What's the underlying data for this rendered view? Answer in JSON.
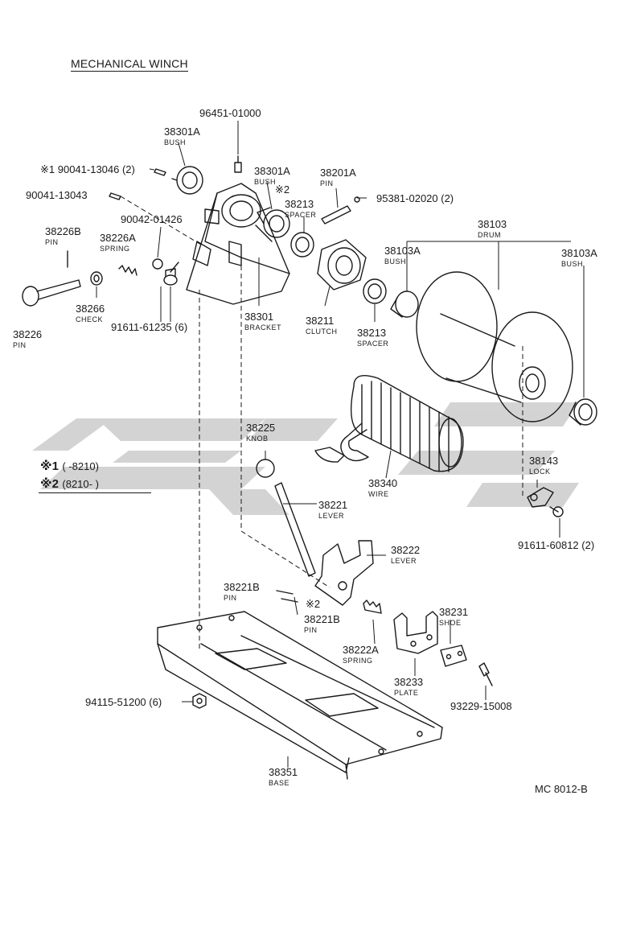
{
  "title": "MECHANICAL WINCH",
  "footer_code": "MC 8012-B",
  "watermark_color": "#c8c8c8",
  "line_color": "#1a1a1a",
  "notes": {
    "n1_mark": "※1",
    "n1_text": "(        -8210)",
    "n2_mark": "※2",
    "n2_text": "(8210-        )"
  },
  "parts": {
    "p96451": {
      "num": "96451-01000"
    },
    "p38301A_1": {
      "num": "38301A",
      "name": "BUSH"
    },
    "p90041_13046": {
      "num": "※1 90041-13046 (2)"
    },
    "p38301A_2": {
      "num": "38301A",
      "name": "BUSH"
    },
    "p38201A": {
      "num": "38201A",
      "name": "PIN"
    },
    "p90041_13043": {
      "num": "90041-13043"
    },
    "mark2_a": {
      "num": "※2"
    },
    "p38213_1": {
      "num": "38213",
      "name": "SPACER"
    },
    "p95381": {
      "num": "95381-02020 (2)"
    },
    "p90042": {
      "num": "90042-01426"
    },
    "p38226B": {
      "num": "38226B",
      "name": "PIN"
    },
    "p38226A": {
      "num": "38226A",
      "name": "SPRING"
    },
    "p38103": {
      "num": "38103",
      "name": "DRUM"
    },
    "p38103A_1": {
      "num": "38103A",
      "name": "BUSH"
    },
    "p38103A_2": {
      "num": "38103A",
      "name": "BUSH"
    },
    "p38266": {
      "num": "38266",
      "name": "CHECK"
    },
    "p38301": {
      "num": "38301",
      "name": "BRACKET"
    },
    "p38211": {
      "num": "38211",
      "name": "CLUTCH"
    },
    "p38213_2": {
      "num": "38213",
      "name": "SPACER"
    },
    "p38226": {
      "num": "38226",
      "name": "PIN"
    },
    "p91611_61235": {
      "num": "91611-61235 (6)"
    },
    "p38225": {
      "num": "38225",
      "name": "KNOB"
    },
    "p38340": {
      "num": "38340",
      "name": "WIRE"
    },
    "p38143": {
      "num": "38143",
      "name": "LOCK"
    },
    "p38221": {
      "num": "38221",
      "name": "LEVER"
    },
    "p91611_60812": {
      "num": "91611-60812 (2)"
    },
    "p38222": {
      "num": "38222",
      "name": "LEVER"
    },
    "p38221B_1": {
      "num": "38221B",
      "name": "PIN"
    },
    "mark2_b": {
      "num": "※2"
    },
    "p38221B_2": {
      "num": "38221B",
      "name": "PIN"
    },
    "p38231": {
      "num": "38231",
      "name": "SHOE"
    },
    "p38222A": {
      "num": "38222A",
      "name": "SPRING"
    },
    "p38233": {
      "num": "38233",
      "name": "PLATE"
    },
    "p93229": {
      "num": "93229-15008"
    },
    "p94115": {
      "num": "94115-51200 (6)"
    },
    "p38351": {
      "num": "38351",
      "name": "BASE"
    }
  }
}
